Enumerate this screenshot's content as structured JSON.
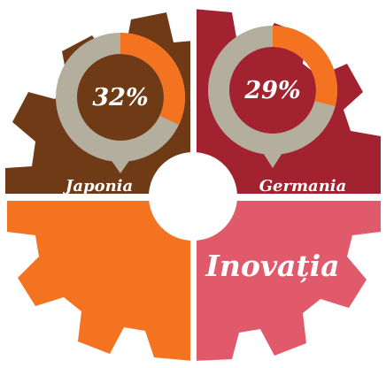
{
  "colors": {
    "japan_quadrant": "#6f3b17",
    "germany_quadrant": "#a3222f",
    "orange_quadrant": "#f47321",
    "pink_quadrant": "#e05a6b",
    "ring_track": "#b3ae9d",
    "ring_accent": "#f47321",
    "background": "#ffffff"
  },
  "japan": {
    "country": "Japonia",
    "percent_label": "32%",
    "percent": 32
  },
  "germany": {
    "country": "Germania",
    "percent_label": "29%",
    "percent": 29
  },
  "bottom_right": {
    "title": "Inovația"
  }
}
